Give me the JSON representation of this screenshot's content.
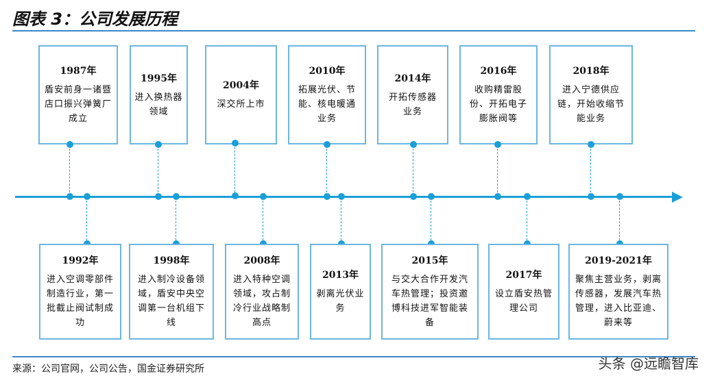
{
  "figure_title": "图表 3：公司发展历程",
  "source": "来源：公司官网，公司公告，国金证券研究所",
  "watermark": "头条 @远瞻智库",
  "top_events": [
    {
      "year": "1987年",
      "desc": "盾安前身一诸暨店口振兴弹簧厂成立"
    },
    {
      "year": "1995年",
      "desc": "进入换热器领域"
    },
    {
      "year": "2004年",
      "desc": "深交所上市"
    },
    {
      "year": "2010年",
      "desc": "拓展光伏、节能、核电暖通业务"
    },
    {
      "year": "2014年",
      "desc": "开拓传感器业务"
    },
    {
      "year": "2016年",
      "desc": "收购精雷股份、开拓电子膨胀阀等"
    },
    {
      "year": "2018年",
      "desc": "进入宁德供应链，开始收缩节能业务"
    }
  ],
  "bottom_events": [
    {
      "year": "1992年",
      "desc": "进入空调零部件制造行业，第一批截止阀试制成功"
    },
    {
      "year": "1998年",
      "desc": "进入制冷设备领域，盾安中央空调第一台机组下线"
    },
    {
      "year": "2008年",
      "desc": "进入特种空调领域，攻占制冷行业战略制高点"
    },
    {
      "year": "2013年",
      "desc": "剥离光伏业务"
    },
    {
      "year": "2015年",
      "desc": "与交大合作开发汽车热管理；投资邀博科技进军智能装备"
    },
    {
      "year": "2017年",
      "desc": "设立盾安热管理公司"
    },
    {
      "year": "2019-2021年",
      "desc": "聚焦主营业务，剥离传感器，发展汽车热管理，进入比亚迪、蔚来等"
    }
  ]
}
